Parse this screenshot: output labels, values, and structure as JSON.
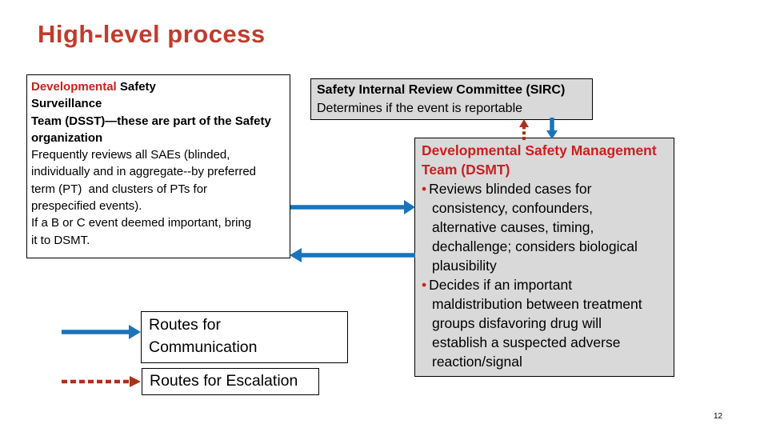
{
  "slide": {
    "title": "High-level process",
    "page_number": "12"
  },
  "colors": {
    "title_red": "#c23b2c",
    "text_red": "#cc1f1f",
    "arrow_blue": "#1b74b9",
    "arrow_red_dashed": "#a8321e",
    "box_gray": "#d9d9d9",
    "border_black": "#000000"
  },
  "dsst_box": {
    "title_red": "Developmental",
    "title_rest": " Safety",
    "bold_lines": [
      "Surveillance",
      "Team (DSST)—these are part of the Safety",
      "organization"
    ],
    "body_lines": [
      "Frequently reviews all SAEs (blinded,",
      "individually and in aggregate--by preferred",
      "term (PT)  and clusters of PTs for",
      "prespecified events).",
      "If a B or C event deemed important, bring",
      "it to DSMT."
    ]
  },
  "sirc_box": {
    "title": "Safety Internal Review Committee (SIRC)",
    "subtitle": "Determines if the event is reportable"
  },
  "dsmt_box": {
    "title_lines": [
      "Developmental Safety Management",
      "Team (DSMT)"
    ],
    "bullet_char": "•",
    "bullets": [
      {
        "lines": [
          "Reviews blinded cases for",
          "consistency, confounders,",
          "alternative causes, timing,",
          "dechallenge; considers biological",
          "plausibility"
        ]
      },
      {
        "lines": [
          "Decides if an important",
          "maldistribution between treatment",
          "groups disfavoring drug will",
          "establish a suspected adverse",
          "reaction/signal"
        ]
      }
    ]
  },
  "legend": {
    "communication_lines": [
      "Routes for",
      "Communication"
    ],
    "escalation_label": "Routes for Escalation"
  }
}
